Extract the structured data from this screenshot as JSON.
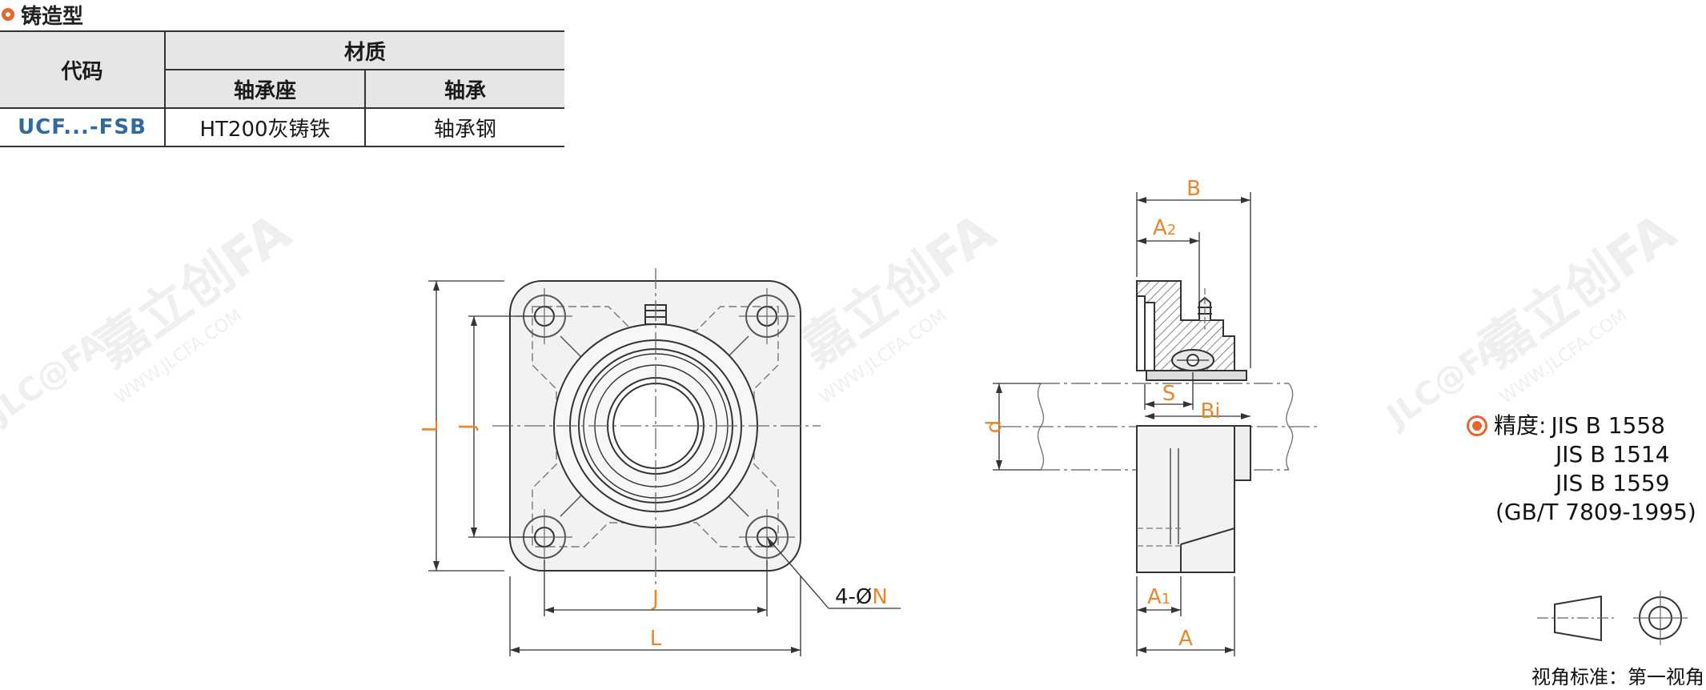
{
  "section": {
    "title": "铸造型"
  },
  "table": {
    "code_header": "代码",
    "material_header": "材质",
    "housing_header": "轴承座",
    "bearing_header": "轴承",
    "row": {
      "code": "UCF...-FSB",
      "housing": "HT200灰铸铁",
      "bearing": "轴承钢"
    }
  },
  "watermark": {
    "brand": "嘉立创FA",
    "url": "WWW.JLCFA.COM",
    "logo_text": "JLC@FA"
  },
  "front_view": {
    "label_L_left": "L",
    "label_J_left": "J",
    "label_J_bottom": "J",
    "label_L_bottom": "L",
    "hole_prefix": "4-Ø",
    "hole_label": "N"
  },
  "side_view": {
    "label_B": "B",
    "label_A2_main": "A",
    "label_A2_sub": "2",
    "label_S": "S",
    "label_Bi": "Bi",
    "label_d": "d",
    "label_A1_main": "A",
    "label_A1_sub": "1",
    "label_A": "A"
  },
  "precision": {
    "label": "精度:",
    "lines": [
      "JIS B 1558",
      "JIS B 1514",
      "JIS B 1559",
      "(GB/T 7809-1995)"
    ]
  },
  "view_standard": "视角标准：第一视角",
  "colors": {
    "accent": "#e8662a",
    "dimension": "#e8862a",
    "code": "#2f6aa0"
  }
}
